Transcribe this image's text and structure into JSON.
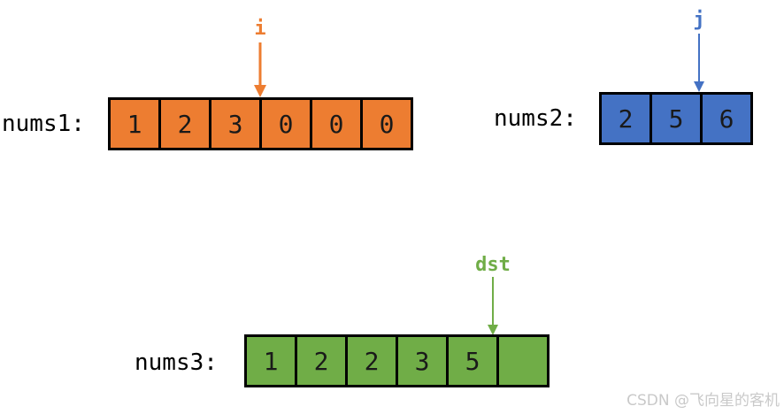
{
  "arrays": [
    {
      "name": "nums1",
      "label": "nums1:",
      "pointer": "i",
      "values": [
        "1",
        "2",
        "3",
        "0",
        "0",
        "0"
      ],
      "pointer_index_boundary": "between index 2 and 3",
      "color": "#ED7D31"
    },
    {
      "name": "nums2",
      "label": "nums2:",
      "pointer": "j",
      "values": [
        "2",
        "5",
        "6"
      ],
      "pointer_index_boundary": "between index 1 and 2",
      "color": "#4472C4"
    },
    {
      "name": "nums3",
      "label": "nums3:",
      "pointer": "dst",
      "values": [
        "1",
        "2",
        "2",
        "3",
        "5",
        ""
      ],
      "pointer_index_boundary": "between index 4 and 5",
      "color": "#70AD47"
    }
  ],
  "colors": {
    "orange": "#ED7D31",
    "blue": "#4472C4",
    "green": "#70AD47",
    "cell_border": "#000000",
    "background": "#ffffff",
    "watermark_text": "#c9c9c9"
  },
  "watermark": "CSDN @飞向星的客机"
}
